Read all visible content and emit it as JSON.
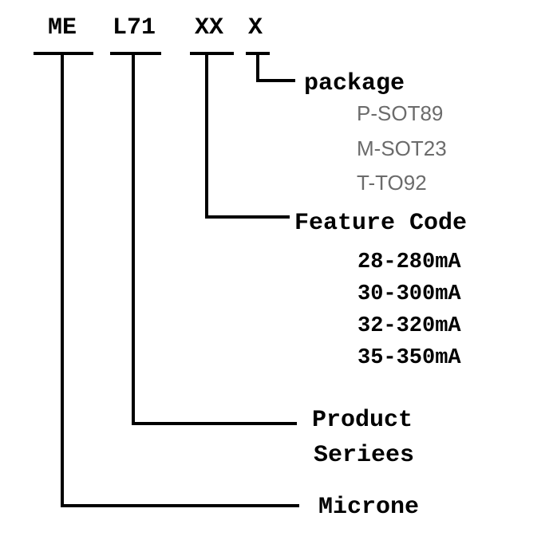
{
  "code_parts": [
    "ME",
    "L71",
    "XX",
    "X"
  ],
  "package": {
    "label": "package",
    "options": [
      "P-SOT89",
      "M-SOT23",
      "T-TO92"
    ]
  },
  "feature_code": {
    "label": "Feature Code",
    "options": [
      "28-280mA",
      "30-300mA",
      "32-320mA",
      "35-350mA"
    ]
  },
  "product_series": {
    "label_line1": "Product",
    "label_line2": "Seriees"
  },
  "brand": {
    "label": "Microne"
  },
  "colors": {
    "line": "#000000",
    "primary_text": "#000000",
    "secondary_text": "#6b6b6b",
    "background": "#ffffff"
  }
}
